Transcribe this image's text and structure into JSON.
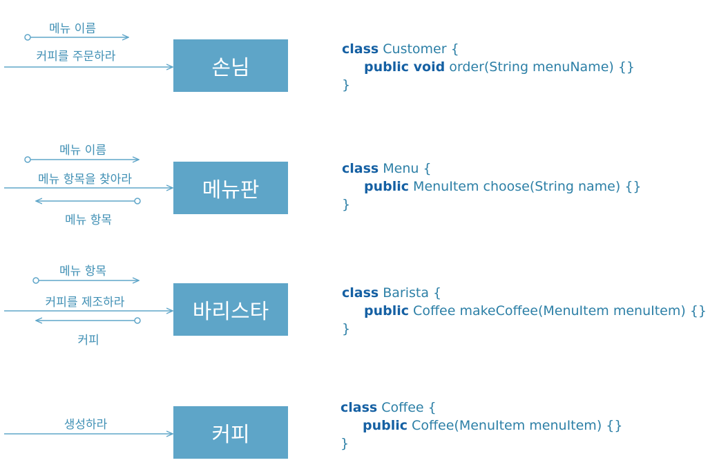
{
  "colors": {
    "line": "#5ea5c8",
    "box_fill": "#5ea5c8",
    "text": "#3f8fb4",
    "keyword": "#1560a3"
  },
  "rows": [
    {
      "box": "손님",
      "message": "커피를 주문하라",
      "argument": "메뉴 이름",
      "return_value": "",
      "code": {
        "line1_kw": "class",
        "line1_rest": " Customer {",
        "line2_kw": "public void",
        "line2_rest": " order(String menuName) {}",
        "line3": "}"
      }
    },
    {
      "box": "메뉴판",
      "message": "메뉴 항목을 찾아라",
      "argument": "메뉴 이름",
      "return_value": "메뉴 항목",
      "code": {
        "line1_kw": "class",
        "line1_rest": " Menu {",
        "line2_kw": "public",
        "line2_rest": " MenuItem choose(String name) {}",
        "line3": "}"
      }
    },
    {
      "box": "바리스타",
      "message": "커피를 제조하라",
      "argument": "메뉴 항목",
      "return_value": "커피",
      "code": {
        "line1_kw": "class",
        "line1_rest": " Barista {",
        "line2_kw": "public",
        "line2_rest": " Coffee makeCoffee(MenuItem menuItem) {}",
        "line3": "}"
      }
    },
    {
      "box": "커피",
      "message": "생성하라",
      "argument": "",
      "return_value": "",
      "code": {
        "line1_kw": "class",
        "line1_rest": " Coffee {",
        "line2_kw": "public",
        "line2_rest": " Coffee(MenuItem menuItem) {}",
        "line3": "}"
      }
    }
  ]
}
